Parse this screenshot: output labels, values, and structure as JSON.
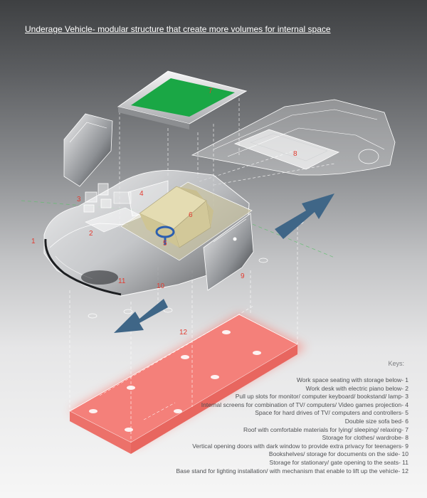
{
  "title": "Underage Vehicle- modular structure that create more volumes for internal space",
  "colors": {
    "label": "#e23b30",
    "roof_panel": "#1aa745",
    "base_stand": "#f27a73",
    "arrow": "#3f6687",
    "seat": "#d9d0a6",
    "steering": "#2c5fb0"
  },
  "labels": {
    "l1": "1",
    "l2": "2",
    "l3": "3",
    "l4": "4",
    "l5": "5",
    "l6": "6",
    "l7": "7",
    "l8": "8",
    "l9": "9",
    "l10": "10",
    "l11": "11",
    "l12": "12"
  },
  "keys_heading": "Keys:",
  "keys": [
    "Work space seating with storage below- 1",
    "Work desk with electric piano below- 2",
    "Pull up slots for monitor/ computer keyboard/ bookstand/ lamp- 3",
    "Internal screens for combination of TV/ computers/ Video games projection- 4",
    "Space for hard drives of TV/ computers and controllers- 5",
    "Double size sofa bed- 6",
    "Roof with comfortable materials for lying/ sleeping/ relaxing- 7",
    "Storage for clothes/ wardrobe- 8",
    "Vertical opening doors with dark window to provide extra privacy for teenagers- 9",
    "Bookshelves/ storage for documents on the side- 10",
    "Storage for stationary/ gate opening to the seats- 11",
    "Base stand for lighting installation/ with mechanism that enable to lift up the vehicle- 12"
  ]
}
